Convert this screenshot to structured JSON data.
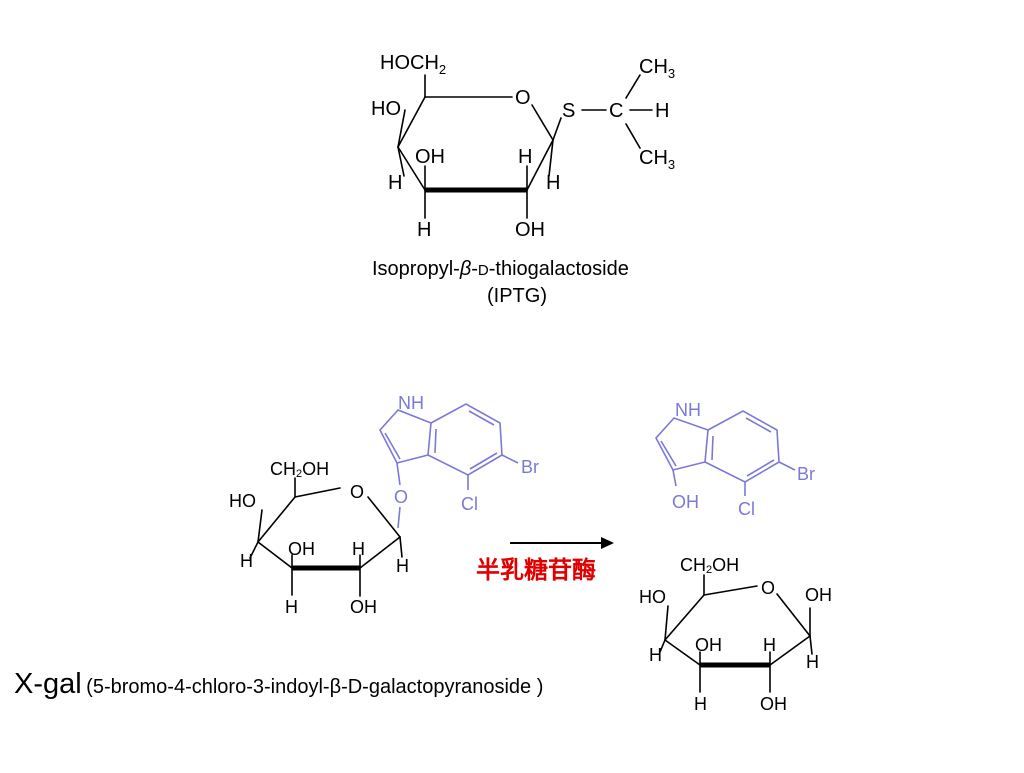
{
  "iptg": {
    "atoms": {
      "hoch2": "HOCH",
      "hoch2_sub": "2",
      "ho_left": "HO",
      "o_ring": "O",
      "s": "S",
      "c": "C",
      "h_right": "H",
      "ch3_top": "CH",
      "ch3_top_sub": "3",
      "ch3_bottom": "CH",
      "ch3_bottom_sub": "3",
      "oh_inner": "OH",
      "h_inner": "H",
      "h_left": "H",
      "h_right_ring": "H",
      "h_bottom": "H",
      "oh_bottom": "OH"
    },
    "name_prefix": "Isopropyl-",
    "name_beta": "β",
    "name_dash": "-",
    "name_d": "D",
    "name_suffix": "-thiogalactoside",
    "abbrev": "(IPTG)"
  },
  "xgal": {
    "atoms": {
      "nh": "NH",
      "o_link": "O",
      "br": "Br",
      "cl": "Cl",
      "ch2oh": "CH",
      "ch2oh_sub": "2",
      "ch2oh_end": "OH",
      "ho_left": "HO",
      "o_ring": "O",
      "oh_inner": "OH",
      "h_inner": "H",
      "h_left": "H",
      "h_right": "H",
      "h_bottom": "H",
      "oh_bottom": "OH"
    },
    "caption_main": "X-gal",
    "caption_detail": "(5-bromo-4-chloro-3-indoyl-β-D-galactopyranoside )"
  },
  "enzyme_label": "半乳糖苷酶",
  "product_indole": {
    "nh": "NH",
    "br": "Br",
    "oh": "OH",
    "cl": "Cl"
  },
  "product_galactose": {
    "ch2oh": "CH",
    "ch2oh_sub": "2",
    "ch2oh_end": "OH",
    "ho_left": "HO",
    "o_ring": "O",
    "oh_right": "OH",
    "oh_inner": "OH",
    "h_inner": "H",
    "h_left": "H",
    "h_right": "H",
    "h_bottom": "H",
    "oh_bottom": "OH"
  },
  "colors": {
    "indole": "#7b79d8",
    "enzyme": "#e00000",
    "structure": "#000000"
  }
}
